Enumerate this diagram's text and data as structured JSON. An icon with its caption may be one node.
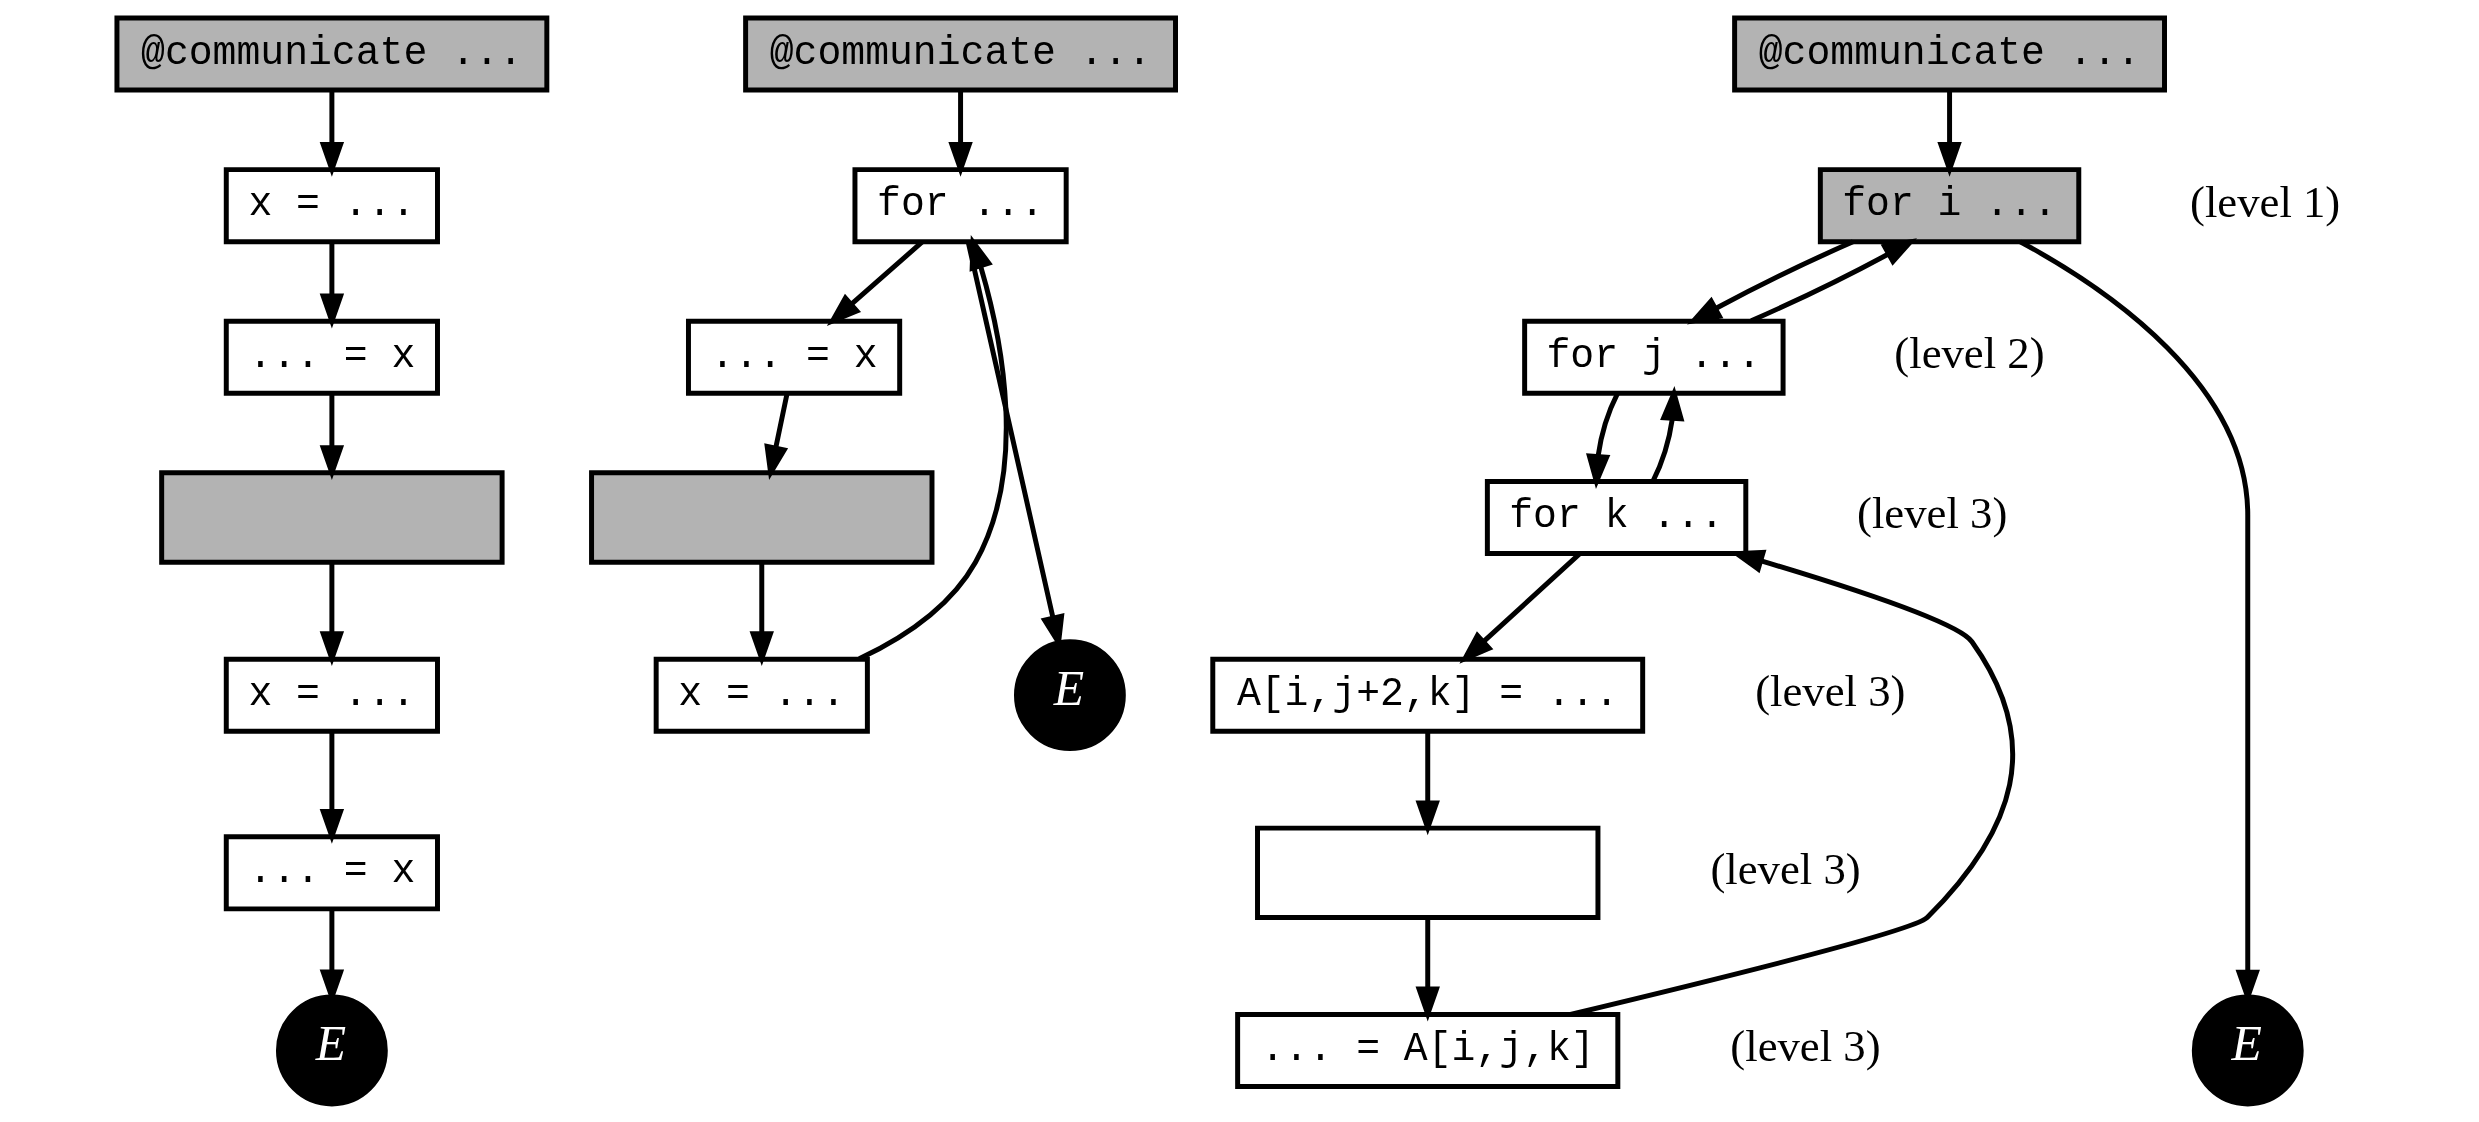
{
  "diagram": {
    "nodes": [
      {
        "text": [
          "@communicate ..."
        ]
      },
      {
        "text": [
          "x = ..."
        ]
      },
      {
        "text": [
          "... = x"
        ]
      },
      {
        "text": [],
        "shape": "box"
      },
      {
        "text": [
          "x = ..."
        ]
      },
      {
        "text": [
          "... = x"
        ]
      },
      {
        "text": [
          "E"
        ]
      },
      {
        "text": [
          "@communicate ..."
        ]
      },
      {
        "text": [
          "for ..."
        ]
      },
      {
        "text": [
          "... = x"
        ]
      },
      {
        "text": [],
        "shape": "box"
      },
      {
        "text": [
          "x = ..."
        ]
      },
      {
        "text": [
          "E"
        ]
      },
      {
        "text": [
          "@communicate ..."
        ]
      },
      {
        "text": [
          "for i ..."
        ],
        "beside": [
          "(level 1)"
        ]
      },
      {
        "text": [
          "for j ..."
        ],
        "beside": [
          "(level 2)"
        ]
      },
      {
        "text": [
          "for k ..."
        ],
        "beside": [
          "(level 3)"
        ]
      },
      {
        "text": [
          "A[i,j+2,k] = ..."
        ],
        "beside": [
          "(level 3)"
        ]
      },
      {
        "text": [],
        "shape": "box",
        "beside": [
          "(level 3)"
        ]
      },
      {
        "text": [
          "... = A[i,j,k]"
        ],
        "beside": [
          "(level 3)"
        ]
      },
      {
        "text": [
          "E"
        ]
      }
    ],
    "edges": [
      {
        "from": 0,
        "to": 1,
        "arrow": "to"
      },
      {
        "from": 1,
        "to": 2,
        "arrow": "to"
      },
      {
        "from": 2,
        "to": 3,
        "arrow": "to"
      },
      {
        "from": 3,
        "to": 4,
        "arrow": "to"
      },
      {
        "from": 4,
        "to": 5,
        "arrow": "to"
      },
      {
        "from": 5,
        "to": 6,
        "arrow": "to"
      },
      {
        "from": 7,
        "to": 8,
        "arrow": "to"
      },
      {
        "from": 8,
        "to": 9,
        "arrow": "to"
      },
      {
        "from": 9,
        "to": 10,
        "arrow": "to"
      },
      {
        "from": 10,
        "to": 11,
        "arrow": "to"
      },
      {
        "from": 11,
        "to": 8,
        "arrow": "to"
      },
      {
        "from": 8,
        "to": 12,
        "arrow": "to"
      },
      {
        "from": 13,
        "to": 14,
        "arrow": "to"
      },
      {
        "from": 14,
        "to": 15,
        "arrow": "to"
      },
      {
        "from": 15,
        "to": 14,
        "arrow": "to"
      },
      {
        "from": 15,
        "to": 16,
        "arrow": "to"
      },
      {
        "from": 16,
        "to": 15,
        "arrow": "to"
      },
      {
        "from": 16,
        "to": 17,
        "arrow": "to"
      },
      {
        "from": 17,
        "to": 18,
        "arrow": "to"
      },
      {
        "from": 18,
        "to": 19,
        "arrow": "to"
      },
      {
        "from": 19,
        "to": 16,
        "arrow": "to"
      },
      {
        "from": 14,
        "to": 20,
        "arrow": "to"
      }
    ]
  }
}
